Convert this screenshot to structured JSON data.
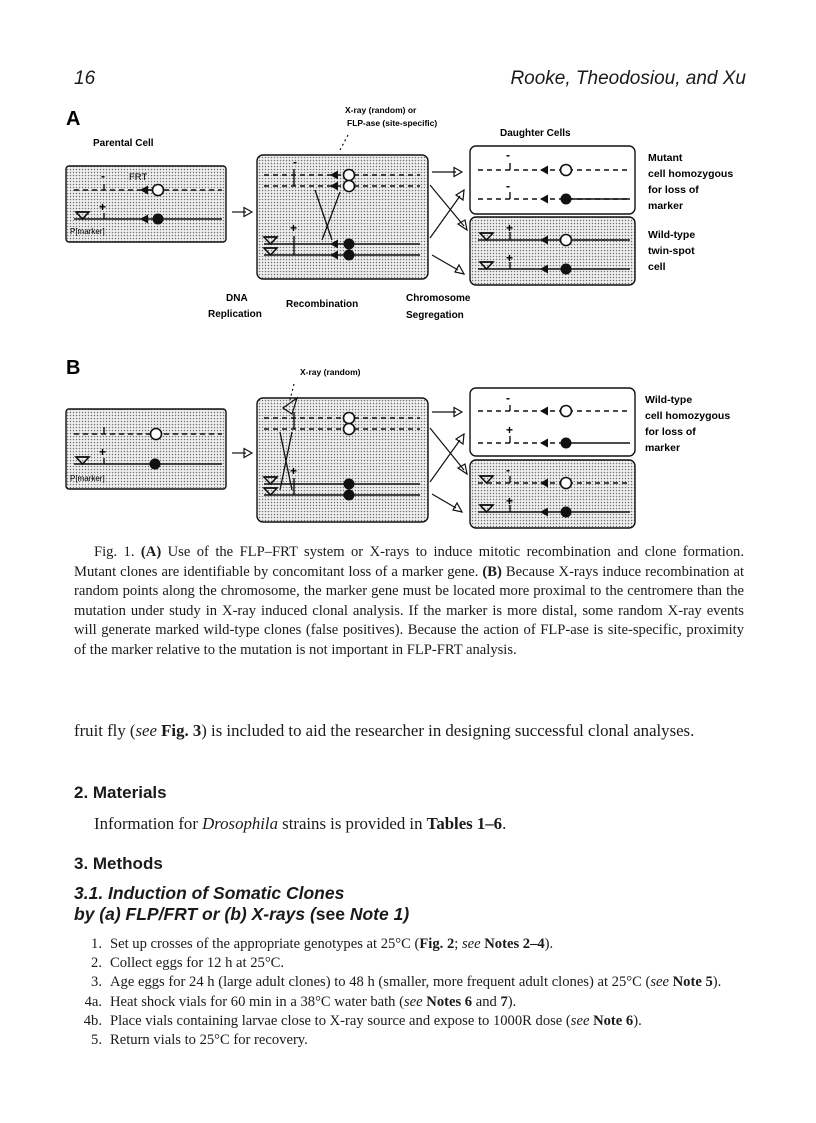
{
  "header": {
    "page_number": "16",
    "authors": "Rooke, Theodosiou, and Xu"
  },
  "figure": {
    "panel_a_letter": "A",
    "panel_b_letter": "B",
    "parental_cell": "Parental Cell",
    "xray_or": "X-ray (random) or",
    "flpase": "FLP-ase (site-specific)",
    "daughter_cells": "Daughter Cells",
    "frt": "FRT",
    "pmarker": "P[marker]",
    "minus": "-",
    "plus": "+",
    "dna": "DNA",
    "replication": "Replication",
    "recombination": "Recombination",
    "chromosome": "Chromosome",
    "segregation": "Segregation",
    "a_top_label": [
      "Mutant",
      "cell homozygous",
      "for loss of",
      "marker"
    ],
    "a_bottom_label": [
      "Wild-type",
      "twin-spot",
      "cell"
    ],
    "xray_random": "X-ray (random)",
    "b_top_label": [
      "Wild-type",
      "cell homozygous",
      "for loss of",
      "marker"
    ]
  },
  "caption": {
    "prefix": "Fig. 1. ",
    "a_open": "(",
    "a_letter": "A",
    "a_close": ")",
    "a_text": " Use of the FLP–FRT system or X-rays to induce mitotic recombination and clone formation. Mutant clones are identifiable by concomitant loss of a marker gene. ",
    "b_label": "(B)",
    "b_text": " Because X-rays induce recombination at random points along the chromosome, the marker gene must be located more proximal to the centromere than the mutation under study in X-ray induced clonal analysis. If the marker is more distal, some random X-ray events will generate marked wild-type clones (false positives). Because the action of FLP-ase is site-specific, proximity of the marker relative to the mutation is not important in FLP-FRT analysis."
  },
  "continuation": {
    "t1": "fruit fly (",
    "see": "see",
    "sp": " ",
    "fig": "Fig. 3",
    "t2": ") is included to aid the researcher in designing successful clonal analyses."
  },
  "materials": {
    "heading": "2. Materials",
    "t1": "Information for ",
    "drosophila": "Drosophila",
    "t2": " strains is provided in ",
    "tables": "Tables 1–6",
    "t3": "."
  },
  "methods": {
    "heading": "3. Methods",
    "sub_line1": "3.1. Induction of Somatic Clones",
    "sub_line2a": "by (a) FLP/FRT or (b) X-rays (",
    "sub_see": "see",
    "sub_note": " Note 1)",
    "steps": [
      {
        "num": "1.",
        "t1": "Set up crosses of the appropriate genotypes at 25°C (",
        "b1": "Fig. 2",
        "t2": "; ",
        "i1": "see",
        "t3": " ",
        "b2": "Notes 2–4",
        "t4": ")."
      },
      {
        "num": "2.",
        "t1": "Collect eggs for 12 h at 25°C."
      },
      {
        "num": "3.",
        "t1": "Age eggs for 24 h (large adult clones) to 48 h (smaller, more frequent adult clones) at 25°C (",
        "i1": "see",
        "t2": " ",
        "b1": "Note 5",
        "t3": ")."
      },
      {
        "num": "4a.",
        "t1": "Heat shock vials for 60 min in a 38°C water bath (",
        "i1": "see",
        "t2": " ",
        "b1": "Notes 6",
        "t3": " and ",
        "b2": "7",
        "t4": ")."
      },
      {
        "num": "4b.",
        "t1": "Place vials containing larvae close to X-ray source and expose to 1000R dose (",
        "i1": "see",
        "t2": " ",
        "b1": "Note 6",
        "t3": ")."
      },
      {
        "num": "5.",
        "t1": "Return vials to 25°C for recovery."
      }
    ]
  }
}
